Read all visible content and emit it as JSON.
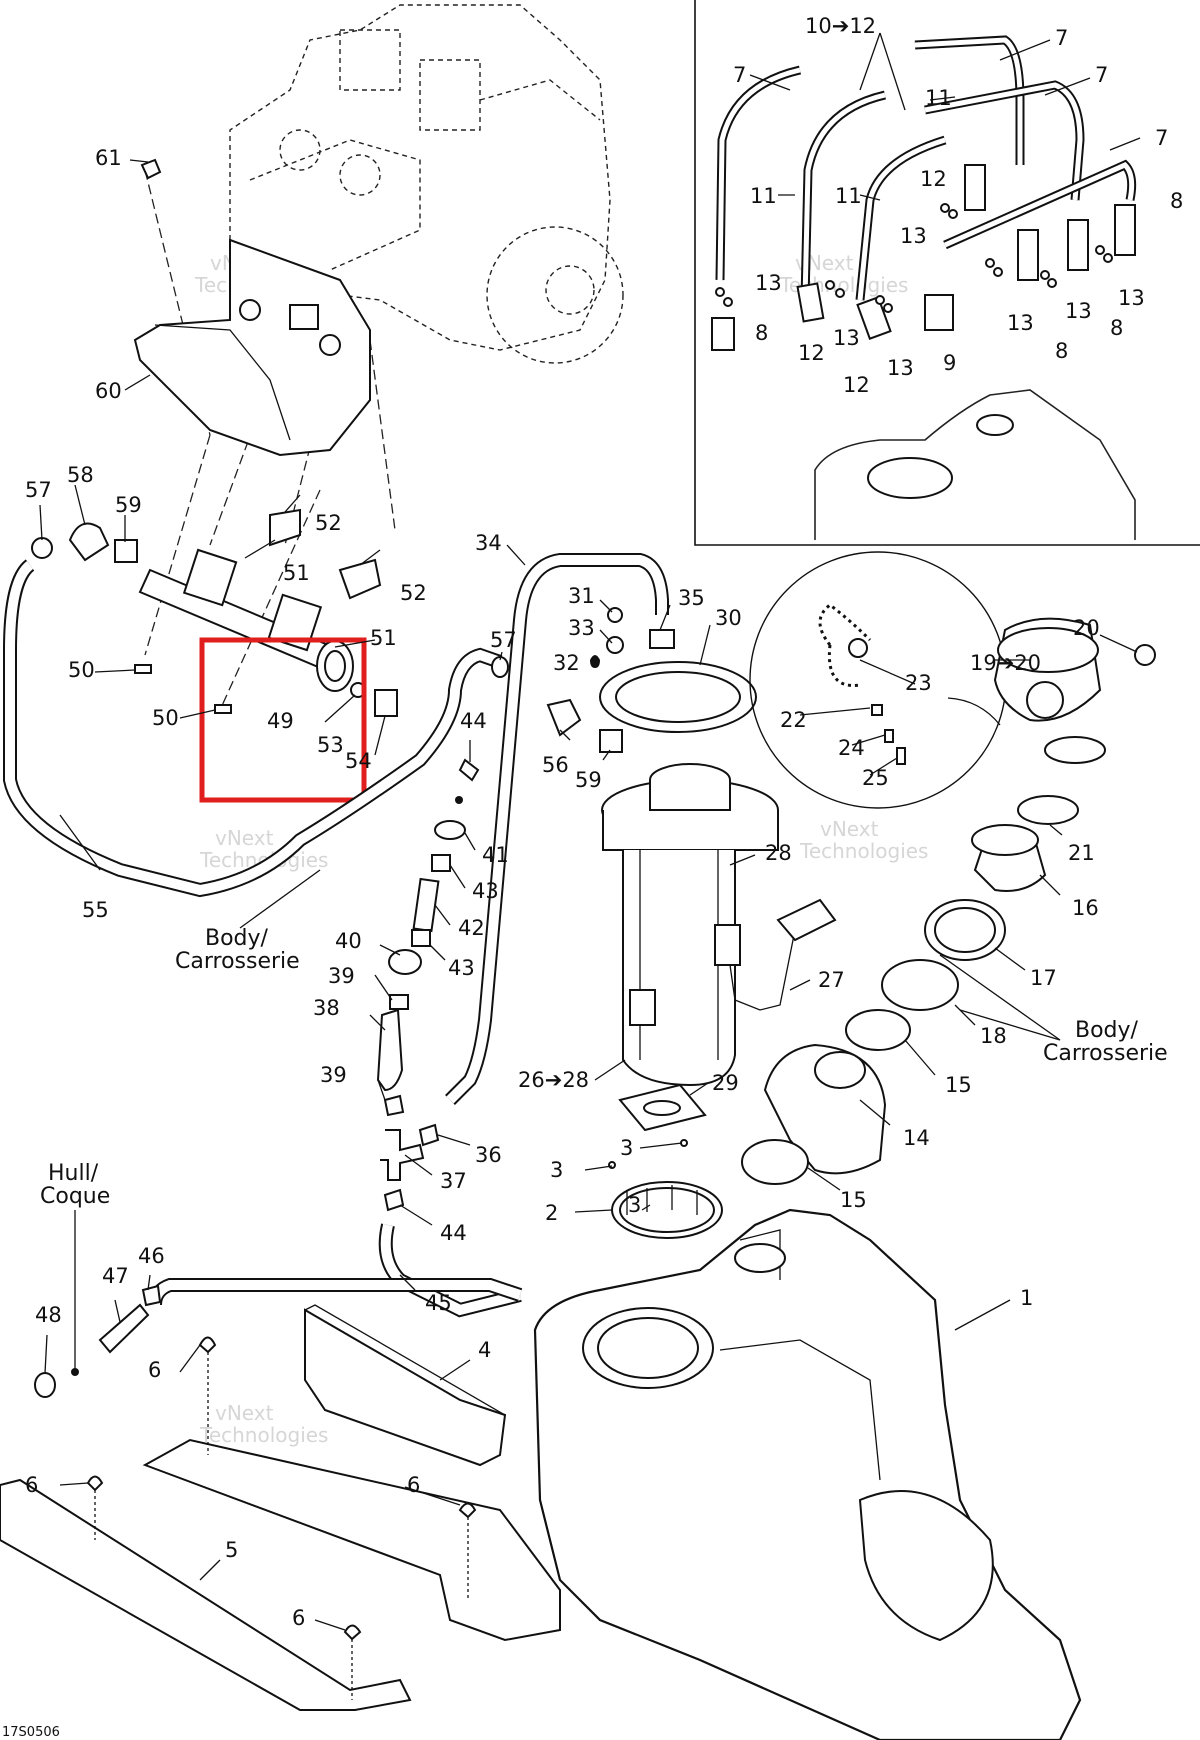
{
  "diagram_code": "17S0506",
  "watermark": {
    "line1": "vNext",
    "line2": "Technologies"
  },
  "text_labels": {
    "body_left_line1": "Body/",
    "body_left_line2": "Carrosserie",
    "body_right_line1": "Body/",
    "body_right_line2": "Carrosserie",
    "hull_line1": "Hull/",
    "hull_line2": "Coque"
  },
  "callouts": {
    "c61": "61",
    "c60": "60",
    "c57a": "57",
    "c58": "58",
    "c59a": "59",
    "c52a": "52",
    "c51a": "51",
    "c52b": "52",
    "c51b": "51",
    "c50a": "50",
    "c50b": "50",
    "c49": "49",
    "c53": "53",
    "c54": "54",
    "c55": "55",
    "c57b": "57",
    "c44a": "44",
    "c41": "41",
    "c43a": "43",
    "c42": "42",
    "c43b": "43",
    "c40": "40",
    "c39a": "39",
    "c38": "38",
    "c39b": "39",
    "c36": "36",
    "c37": "37",
    "c44b": "44",
    "c45": "45",
    "c46": "46",
    "c47": "47",
    "c48": "48",
    "c6a": "6",
    "c4": "4",
    "c6b": "6",
    "c6c": "6",
    "c5": "5",
    "c6d": "6",
    "c34": "34",
    "c31": "31",
    "c33": "33",
    "c32": "32",
    "c35": "35",
    "c30": "30",
    "c56": "56",
    "c59b": "59",
    "c28": "28",
    "c27": "27",
    "c26": "26➔28",
    "c29": "29",
    "c3a": "3",
    "c3b": "3",
    "c3c": "3",
    "c2": "2",
    "c20": "20",
    "c19": "19➔20",
    "c23": "23",
    "c22": "22",
    "c24": "24",
    "c25": "25",
    "c21": "21",
    "c16": "16",
    "c17": "17",
    "c18": "18",
    "c15a": "15",
    "c14": "14",
    "c15b": "15",
    "c1": "1",
    "c10": "10➔12",
    "c7a": "7",
    "c7b": "7",
    "c7c": "7",
    "c7d": "7",
    "c11a": "11",
    "c11b": "11",
    "c11c": "11",
    "c12a": "12",
    "c12b": "12",
    "c12c": "12",
    "c13a": "13",
    "c13b": "13",
    "c13c": "13",
    "c13d": "13",
    "c13e": "13",
    "c13f": "13",
    "c13g": "13",
    "c8a": "8",
    "c8b": "8",
    "c8c": "8",
    "c8d": "8",
    "c9": "9"
  },
  "colors": {
    "line": "#111111",
    "highlight": "#e01e1e",
    "watermark": "#d6d6d6"
  }
}
